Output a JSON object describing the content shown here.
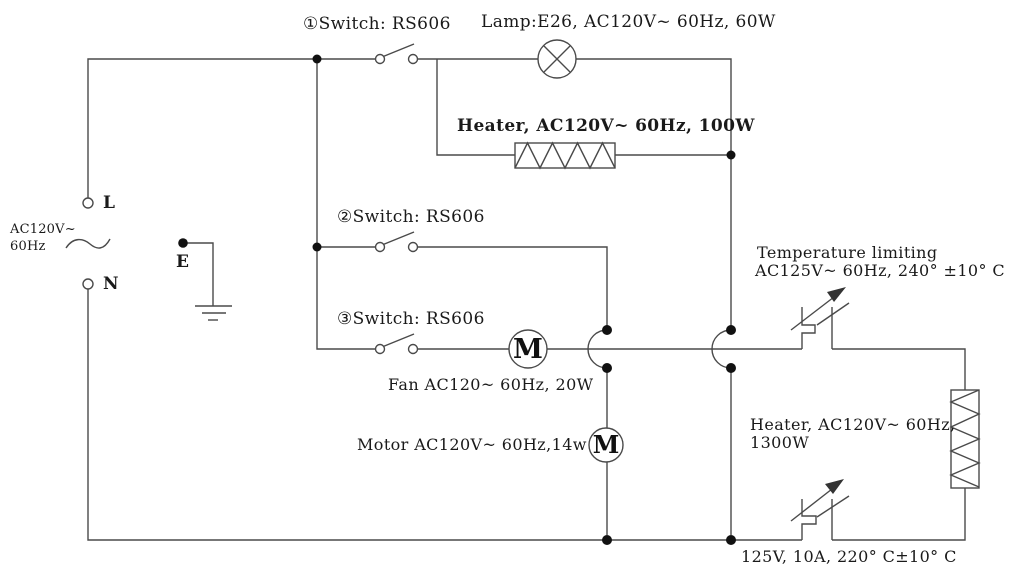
{
  "source": {
    "voltage_line1": "AC120V~",
    "voltage_line2": "60Hz",
    "live_terminal": "L",
    "neutral_terminal": "N",
    "earth_terminal": "E"
  },
  "switches": {
    "switch1_label": "①Switch: RS606",
    "switch2_label": "②Switch: RS606",
    "switch3_label": "③Switch: RS606"
  },
  "components": {
    "lamp": {
      "label": "Lamp:E26, AC120V~ 60Hz, 60W"
    },
    "heater_100w": {
      "label": "Heater, AC120V~ 60Hz, 100W"
    },
    "fan": {
      "label": "Fan AC120~ 60Hz, 20W",
      "motor_letter": "M"
    },
    "motor": {
      "label": "Motor AC120V~ 60Hz,14w",
      "motor_letter": "M"
    },
    "temperature_limiter": {
      "label_line1": "Temperature limiting",
      "label_line2": "AC125V~ 60Hz, 240° ±10° C"
    },
    "heater_1300w": {
      "label_line1": "Heater, AC120V~ 60Hz,",
      "label_line2": "1300W"
    },
    "thermal_cutoff": {
      "label": "125V, 10A, 220° C±10° C"
    }
  },
  "colors": {
    "wire": "#4a4a4a",
    "text": "#1a1a1a",
    "junction": "#111111",
    "background": "#ffffff"
  }
}
